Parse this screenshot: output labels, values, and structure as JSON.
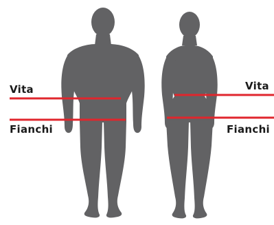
{
  "labels": {
    "waist": "Vita",
    "hips": "Fianchi"
  },
  "colors": {
    "silhouette": "#626264",
    "measure_line": "#e0262d",
    "text": "#1a1a1a",
    "background": "#ffffff"
  },
  "figures": [
    "male-silhouette",
    "female-silhouette"
  ]
}
